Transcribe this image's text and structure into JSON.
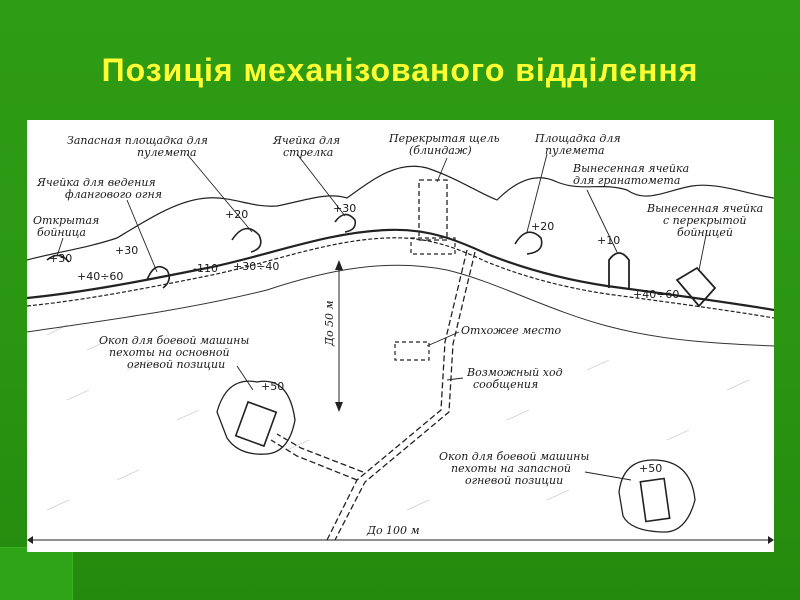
{
  "slide": {
    "title": "Позиція механізованого відділення",
    "accent_color": "#ffff33",
    "background_color": "#2a9612"
  },
  "diagram": {
    "labels": {
      "spare_mg_platform_l1": "Запасная площадка для",
      "spare_mg_platform_l2": "пулемета",
      "rifle_cell_l1": "Ячейка для",
      "rifle_cell_l2": "стрелка",
      "covered_slit_l1": "Перекрытая щель",
      "covered_slit_l2": "(блиндаж)",
      "mg_platform_l1": "Площадка для",
      "mg_platform_l2": "пулемета",
      "flank_fire_cell_l1": "Ячейка для ведения",
      "flank_fire_cell_l2": "флангового огня",
      "grenade_cell_l1": "Вынесенная ячейка",
      "grenade_cell_l2": "для гранатомета",
      "covered_loophole_l1": "Вынесенная ячейка",
      "covered_loophole_l2": "с перекрытой",
      "covered_loophole_l3": "бойницей",
      "open_loophole_l1": "Открытая",
      "open_loophole_l2": "бойница",
      "latrine": "Отхожее место",
      "comm_passage_l1": "Возможный ход",
      "comm_passage_l2": "сообщения",
      "main_ifv_l1": "Окоп для боевой машины",
      "main_ifv_l2": "пехоты на основной",
      "main_ifv_l3": "огневой позиции",
      "spare_ifv_l1": "Окоп для боевой машины",
      "spare_ifv_l2": "пехоты на запасной",
      "spare_ifv_l3": "огневой позиции",
      "depth": "До 50 м",
      "width": "До 100 м"
    },
    "numbers": {
      "n20_left": "+20",
      "n30_top": "+30",
      "n30_left": "+30",
      "n30_far": "+30",
      "n40_60_left": "+40÷60",
      "n110": "-110",
      "n30_40": "+30÷40",
      "n20_right": "+20",
      "n10": "+10",
      "n40_60_right": "+40÷60",
      "n50_main": "+50",
      "n50_spare": "+50"
    }
  }
}
